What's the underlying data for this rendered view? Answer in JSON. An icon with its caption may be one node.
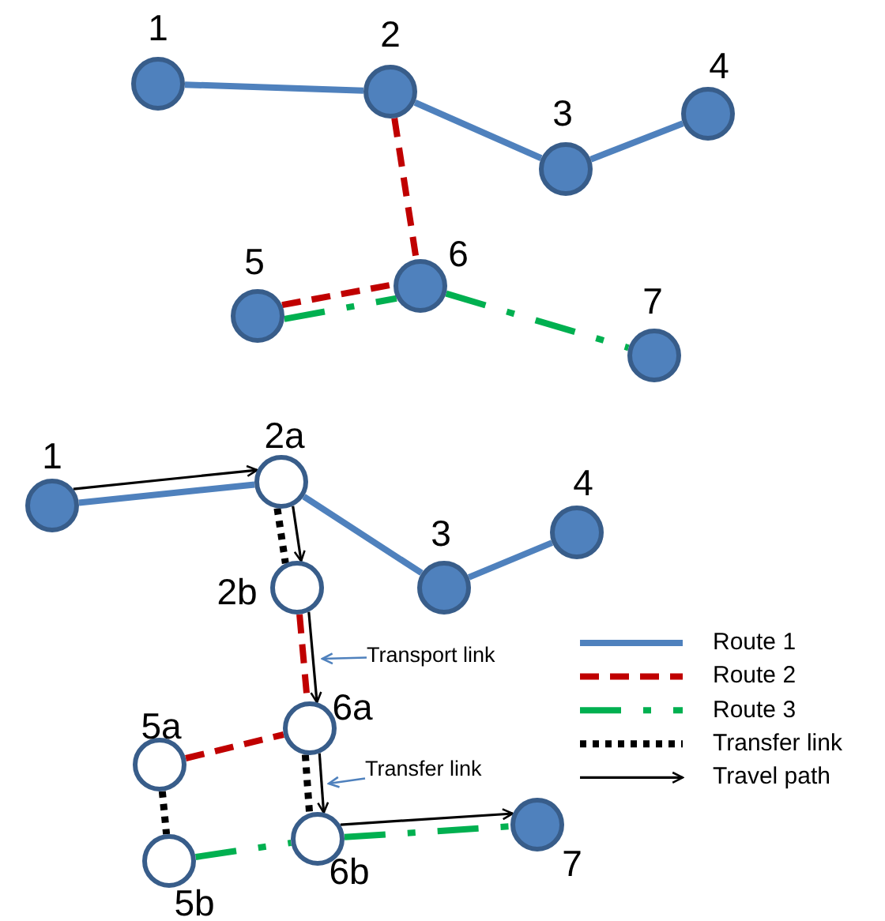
{
  "diagram": {
    "nodes": [
      {
        "text": [],
        "shape": "circle",
        "beside": [
          "1"
        ]
      },
      {
        "text": [],
        "shape": "circle",
        "beside": [
          "2"
        ]
      },
      {
        "text": [],
        "shape": "circle",
        "beside": [
          "3"
        ]
      },
      {
        "text": [],
        "shape": "circle",
        "beside": [
          "4"
        ]
      },
      {
        "text": [],
        "shape": "circle",
        "beside": [
          "5"
        ]
      },
      {
        "text": [],
        "shape": "circle",
        "beside": [
          "6"
        ]
      },
      {
        "text": [],
        "shape": "circle",
        "beside": [
          "7"
        ]
      },
      {
        "text": [],
        "shape": "circle",
        "beside": [
          "1"
        ]
      },
      {
        "text": [],
        "shape": "circle",
        "beside": [
          "2a"
        ]
      },
      {
        "text": [],
        "shape": "circle",
        "beside": [
          "2b"
        ]
      },
      {
        "text": [],
        "shape": "circle",
        "beside": [
          "3"
        ]
      },
      {
        "text": [],
        "shape": "circle",
        "beside": [
          "4"
        ]
      },
      {
        "text": [],
        "shape": "circle",
        "beside": [
          "5a"
        ]
      },
      {
        "text": [],
        "shape": "circle",
        "beside": [
          "6a"
        ]
      },
      {
        "text": [],
        "shape": "circle",
        "beside": [
          "5b"
        ]
      },
      {
        "text": [],
        "shape": "circle",
        "beside": [
          "6b"
        ]
      },
      {
        "text": [],
        "shape": "circle",
        "beside": [
          "7"
        ]
      },
      {
        "text": [
          "Transport link"
        ]
      },
      {
        "text": [
          "Transfer link"
        ]
      }
    ],
    "edges": [
      {
        "from": 0,
        "to": 1,
        "arrow": "none",
        "color": "#4f81bd"
      },
      {
        "from": 1,
        "to": 2,
        "arrow": "none",
        "color": "#4f81bd"
      },
      {
        "from": 2,
        "to": 3,
        "arrow": "none",
        "color": "#4f81bd"
      },
      {
        "from": 1,
        "to": 5,
        "arrow": "none",
        "style": "dashed",
        "color": "#c00000"
      },
      {
        "from": 4,
        "to": 5,
        "arrow": "none",
        "style": "dashed",
        "color": "#c00000"
      },
      {
        "from": 4,
        "to": 5,
        "arrow": "none",
        "style": "dashed",
        "color": "#00b050"
      },
      {
        "from": 5,
        "to": 6,
        "arrow": "none",
        "style": "dashed",
        "color": "#00b050"
      },
      {
        "from": 7,
        "to": 8,
        "arrow": "none",
        "color": "#4f81bd"
      },
      {
        "from": 8,
        "to": 10,
        "arrow": "none",
        "color": "#4f81bd"
      },
      {
        "from": 10,
        "to": 11,
        "arrow": "none",
        "color": "#4f81bd"
      },
      {
        "from": 8,
        "to": 9,
        "arrow": "none",
        "style": "dashed",
        "color": "#000000"
      },
      {
        "from": 9,
        "to": 13,
        "arrow": "none",
        "style": "dashed",
        "color": "#c00000"
      },
      {
        "from": 12,
        "to": 13,
        "arrow": "none",
        "style": "dashed",
        "color": "#c00000"
      },
      {
        "from": 12,
        "to": 14,
        "arrow": "none",
        "style": "dashed",
        "color": "#000000"
      },
      {
        "from": 13,
        "to": 15,
        "arrow": "none",
        "style": "dashed",
        "color": "#000000"
      },
      {
        "from": 14,
        "to": 15,
        "arrow": "none",
        "style": "dashed",
        "color": "#00b050"
      },
      {
        "from": 15,
        "to": 16,
        "arrow": "none",
        "style": "dashed",
        "color": "#00b050"
      },
      {
        "from": 7,
        "to": 8,
        "arrow": "to",
        "color": "#000000"
      },
      {
        "from": 8,
        "to": 9,
        "arrow": "to",
        "color": "#000000"
      },
      {
        "from": 9,
        "to": 13,
        "arrow": "to",
        "color": "#000000"
      },
      {
        "from": 13,
        "to": 15,
        "arrow": "to",
        "color": "#000000"
      },
      {
        "from": 15,
        "to": 16,
        "arrow": "to",
        "color": "#000000"
      },
      {
        "from": 17,
        "to": null,
        "arrow": "to",
        "color": "#4f81bd"
      },
      {
        "from": 18,
        "to": null,
        "arrow": "to",
        "color": "#4f81bd"
      }
    ],
    "legend": [
      {
        "text": "Route 1"
      },
      {
        "text": "Route 2"
      },
      {
        "text": "Route 3"
      },
      {
        "text": "Transfer link"
      },
      {
        "text": "Travel path"
      }
    ]
  }
}
